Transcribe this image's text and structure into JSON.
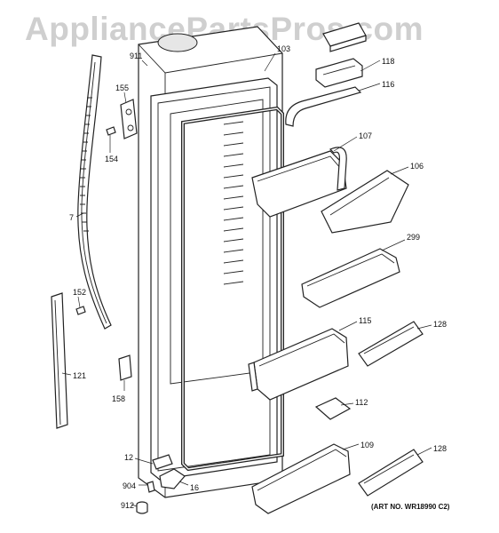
{
  "watermark": "AppliancePartsPros.com",
  "figure_note": "(ART NO. WR18990 C2)",
  "part_labels": {
    "p911": "911",
    "p103": "103",
    "p118": "118",
    "p116": "116",
    "p155": "155",
    "p154": "154",
    "p107": "107",
    "p106": "106",
    "p7": "7",
    "p299": "299",
    "p152": "152",
    "p115": "115",
    "p128a": "128",
    "p121": "121",
    "p158": "158",
    "p112": "112",
    "p109": "109",
    "p128b": "128",
    "p12": "12",
    "p904": "904",
    "p16": "16",
    "p912": "912"
  }
}
